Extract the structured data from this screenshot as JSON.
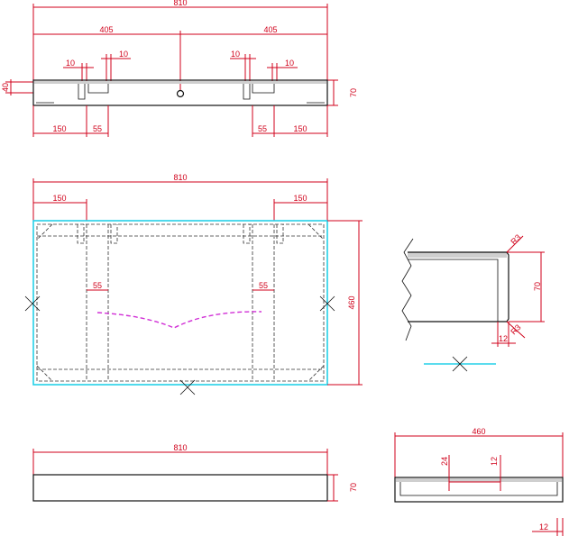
{
  "top_view": {
    "overall": "810",
    "half_left": "405",
    "half_right": "405",
    "slot_left_a": "10",
    "slot_left_b": "10",
    "slot_right_a": "10",
    "slot_right_b": "10",
    "height_left": "40",
    "height_right": "70",
    "bottom_a": "150",
    "bottom_b": "55",
    "bottom_c": "55",
    "bottom_d": "150"
  },
  "plan_view": {
    "overall": "810",
    "left_offset": "150",
    "right_offset": "150",
    "inner_left": "55",
    "inner_right": "55",
    "depth": "460"
  },
  "section": {
    "radius_top": "R3",
    "radius_bottom": "R3",
    "thickness": "70",
    "lip": "12"
  },
  "front_view": {
    "overall": "810",
    "height": "70"
  },
  "side_view": {
    "overall": "460",
    "a": "24",
    "b": "12",
    "corner": "12"
  }
}
